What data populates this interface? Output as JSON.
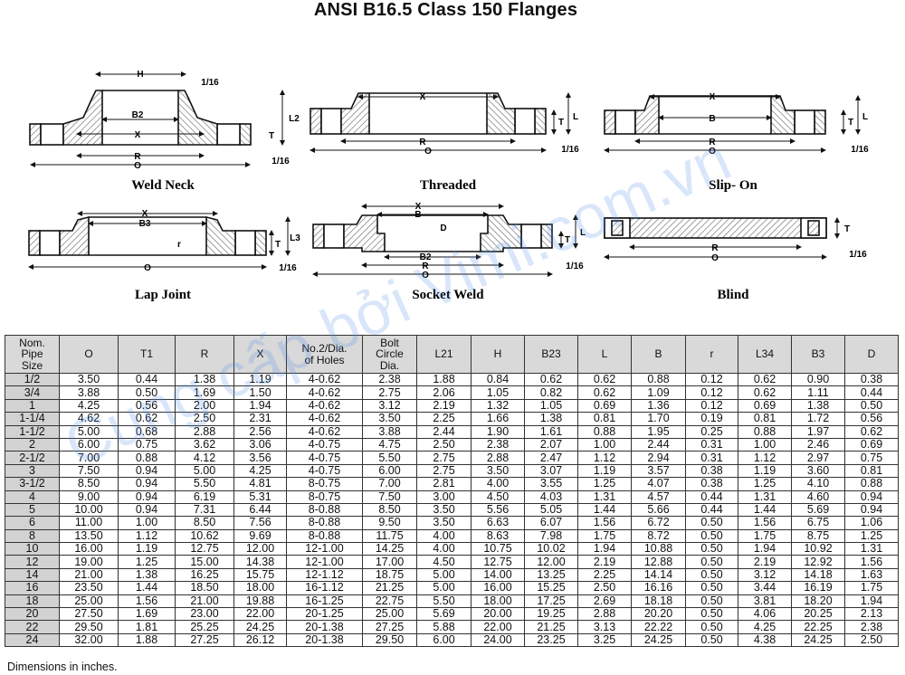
{
  "title": "ANSI B16.5 Class 150 Flanges",
  "watermark": "Cung cấp bởi Vimi.com.vn",
  "diagrams": {
    "weld_neck": {
      "caption": "Weld Neck",
      "labels": {
        "h": "H",
        "sixteenth_top": "1/16",
        "b2": "B2",
        "x": "X",
        "r": "R",
        "o": "O",
        "l2": "L2",
        "t": "T",
        "sixteenth": "1/16"
      }
    },
    "threaded": {
      "caption": "Threaded",
      "labels": {
        "x": "X",
        "r": "R",
        "o": "O",
        "t": "T",
        "l": "L",
        "sixteenth": "1/16"
      }
    },
    "slip_on": {
      "caption": "Slip- On",
      "labels": {
        "x": "X",
        "b": "B",
        "r": "R",
        "o": "O",
        "t": "T",
        "l": "L",
        "sixteenth": "1/16"
      }
    },
    "lap_joint": {
      "caption": "Lap Joint",
      "labels": {
        "x": "X",
        "b3": "B3",
        "r": "r",
        "o": "O",
        "t": "T",
        "l3": "L3",
        "sixteenth": "1/16"
      }
    },
    "socket_weld": {
      "caption": "Socket Weld",
      "labels": {
        "x": "X",
        "b": "B",
        "d": "D",
        "b2": "B2",
        "r": "R",
        "o": "O",
        "t": "T",
        "l": "L",
        "sixteenth": "1/16"
      }
    },
    "blind": {
      "caption": "Blind",
      "labels": {
        "r": "R",
        "o": "O",
        "t": "T",
        "sixteenth": "1/16"
      }
    }
  },
  "table": {
    "headers": [
      "Nom.\nPipe\nSize",
      "O",
      "T1",
      "R",
      "X",
      "No.2/Dia.\nof Holes",
      "Bolt\nCircle\nDia.",
      "L21",
      "H",
      "B23",
      "L",
      "B",
      "r",
      "L34",
      "B3",
      "D"
    ],
    "rows": [
      [
        "1/2",
        "3.50",
        "0.44",
        "1.38",
        "1.19",
        "4-0.62",
        "2.38",
        "1.88",
        "0.84",
        "0.62",
        "0.62",
        "0.88",
        "0.12",
        "0.62",
        "0.90",
        "0.38"
      ],
      [
        "3/4",
        "3.88",
        "0.50",
        "1.69",
        "1.50",
        "4-0.62",
        "2.75",
        "2.06",
        "1.05",
        "0.82",
        "0.62",
        "1.09",
        "0.12",
        "0.62",
        "1.11",
        "0.44"
      ],
      [
        "1",
        "4.25",
        "0.56",
        "2.00",
        "1.94",
        "4-0.62",
        "3.12",
        "2.19",
        "1.32",
        "1.05",
        "0.69",
        "1.36",
        "0.12",
        "0.69",
        "1.38",
        "0.50"
      ],
      [
        "1-1/4",
        "4.62",
        "0.62",
        "2.50",
        "2.31",
        "4-0.62",
        "3.50",
        "2.25",
        "1.66",
        "1.38",
        "0.81",
        "1.70",
        "0.19",
        "0.81",
        "1.72",
        "0.56"
      ],
      [
        "1-1/2",
        "5.00",
        "0.68",
        "2.88",
        "2.56",
        "4-0.62",
        "3.88",
        "2.44",
        "1.90",
        "1.61",
        "0.88",
        "1.95",
        "0.25",
        "0.88",
        "1.97",
        "0.62"
      ],
      [
        "2",
        "6.00",
        "0.75",
        "3.62",
        "3.06",
        "4-0.75",
        "4.75",
        "2.50",
        "2.38",
        "2.07",
        "1.00",
        "2.44",
        "0.31",
        "1.00",
        "2.46",
        "0.69"
      ],
      [
        "2-1/2",
        "7.00",
        "0.88",
        "4.12",
        "3.56",
        "4-0.75",
        "5.50",
        "2.75",
        "2.88",
        "2.47",
        "1.12",
        "2.94",
        "0.31",
        "1.12",
        "2.97",
        "0.75"
      ],
      [
        "3",
        "7.50",
        "0.94",
        "5.00",
        "4.25",
        "4-0.75",
        "6.00",
        "2.75",
        "3.50",
        "3.07",
        "1.19",
        "3.57",
        "0.38",
        "1.19",
        "3.60",
        "0.81"
      ],
      [
        "3-1/2",
        "8.50",
        "0.94",
        "5.50",
        "4.81",
        "8-0.75",
        "7.00",
        "2.81",
        "4.00",
        "3.55",
        "1.25",
        "4.07",
        "0.38",
        "1.25",
        "4.10",
        "0.88"
      ],
      [
        "4",
        "9.00",
        "0.94",
        "6.19",
        "5.31",
        "8-0.75",
        "7.50",
        "3.00",
        "4.50",
        "4.03",
        "1.31",
        "4.57",
        "0.44",
        "1.31",
        "4.60",
        "0.94"
      ],
      [
        "5",
        "10.00",
        "0.94",
        "7.31",
        "6.44",
        "8-0.88",
        "8.50",
        "3.50",
        "5.56",
        "5.05",
        "1.44",
        "5.66",
        "0.44",
        "1.44",
        "5.69",
        "0.94"
      ],
      [
        "6",
        "11.00",
        "1.00",
        "8.50",
        "7.56",
        "8-0.88",
        "9.50",
        "3.50",
        "6.63",
        "6.07",
        "1.56",
        "6.72",
        "0.50",
        "1.56",
        "6.75",
        "1.06"
      ],
      [
        "8",
        "13.50",
        "1.12",
        "10.62",
        "9.69",
        "8-0.88",
        "11.75",
        "4.00",
        "8.63",
        "7.98",
        "1.75",
        "8.72",
        "0.50",
        "1.75",
        "8.75",
        "1.25"
      ],
      [
        "10",
        "16.00",
        "1.19",
        "12.75",
        "12.00",
        "12-1.00",
        "14.25",
        "4.00",
        "10.75",
        "10.02",
        "1.94",
        "10.88",
        "0.50",
        "1.94",
        "10.92",
        "1.31"
      ],
      [
        "12",
        "19.00",
        "1.25",
        "15.00",
        "14.38",
        "12-1.00",
        "17.00",
        "4.50",
        "12.75",
        "12.00",
        "2.19",
        "12.88",
        "0.50",
        "2.19",
        "12.92",
        "1.56"
      ],
      [
        "14",
        "21.00",
        "1.38",
        "16.25",
        "15.75",
        "12-1.12",
        "18.75",
        "5.00",
        "14.00",
        "13.25",
        "2.25",
        "14.14",
        "0.50",
        "3.12",
        "14.18",
        "1.63"
      ],
      [
        "16",
        "23.50",
        "1.44",
        "18.50",
        "18.00",
        "16-1.12",
        "21.25",
        "5.00",
        "16.00",
        "15.25",
        "2.50",
        "16.16",
        "0.50",
        "3.44",
        "16.19",
        "1.75"
      ],
      [
        "18",
        "25.00",
        "1.56",
        "21.00",
        "19.88",
        "16-1.25",
        "22.75",
        "5.50",
        "18.00",
        "17.25",
        "2.69",
        "18.18",
        "0.50",
        "3.81",
        "18.20",
        "1.94"
      ],
      [
        "20",
        "27.50",
        "1.69",
        "23.00",
        "22.00",
        "20-1.25",
        "25.00",
        "5.69",
        "20.00",
        "19.25",
        "2.88",
        "20.20",
        "0.50",
        "4.06",
        "20.25",
        "2.13"
      ],
      [
        "22",
        "29.50",
        "1.81",
        "25.25",
        "24.25",
        "20-1.38",
        "27.25",
        "5.88",
        "22.00",
        "21.25",
        "3.13",
        "22.22",
        "0.50",
        "4.25",
        "22.25",
        "2.38"
      ],
      [
        "24",
        "32.00",
        "1.88",
        "27.25",
        "26.12",
        "20-1.38",
        "29.50",
        "6.00",
        "24.00",
        "23.25",
        "3.25",
        "24.25",
        "0.50",
        "4.38",
        "24.25",
        "2.50"
      ]
    ]
  },
  "note": "Dimensions in inches."
}
